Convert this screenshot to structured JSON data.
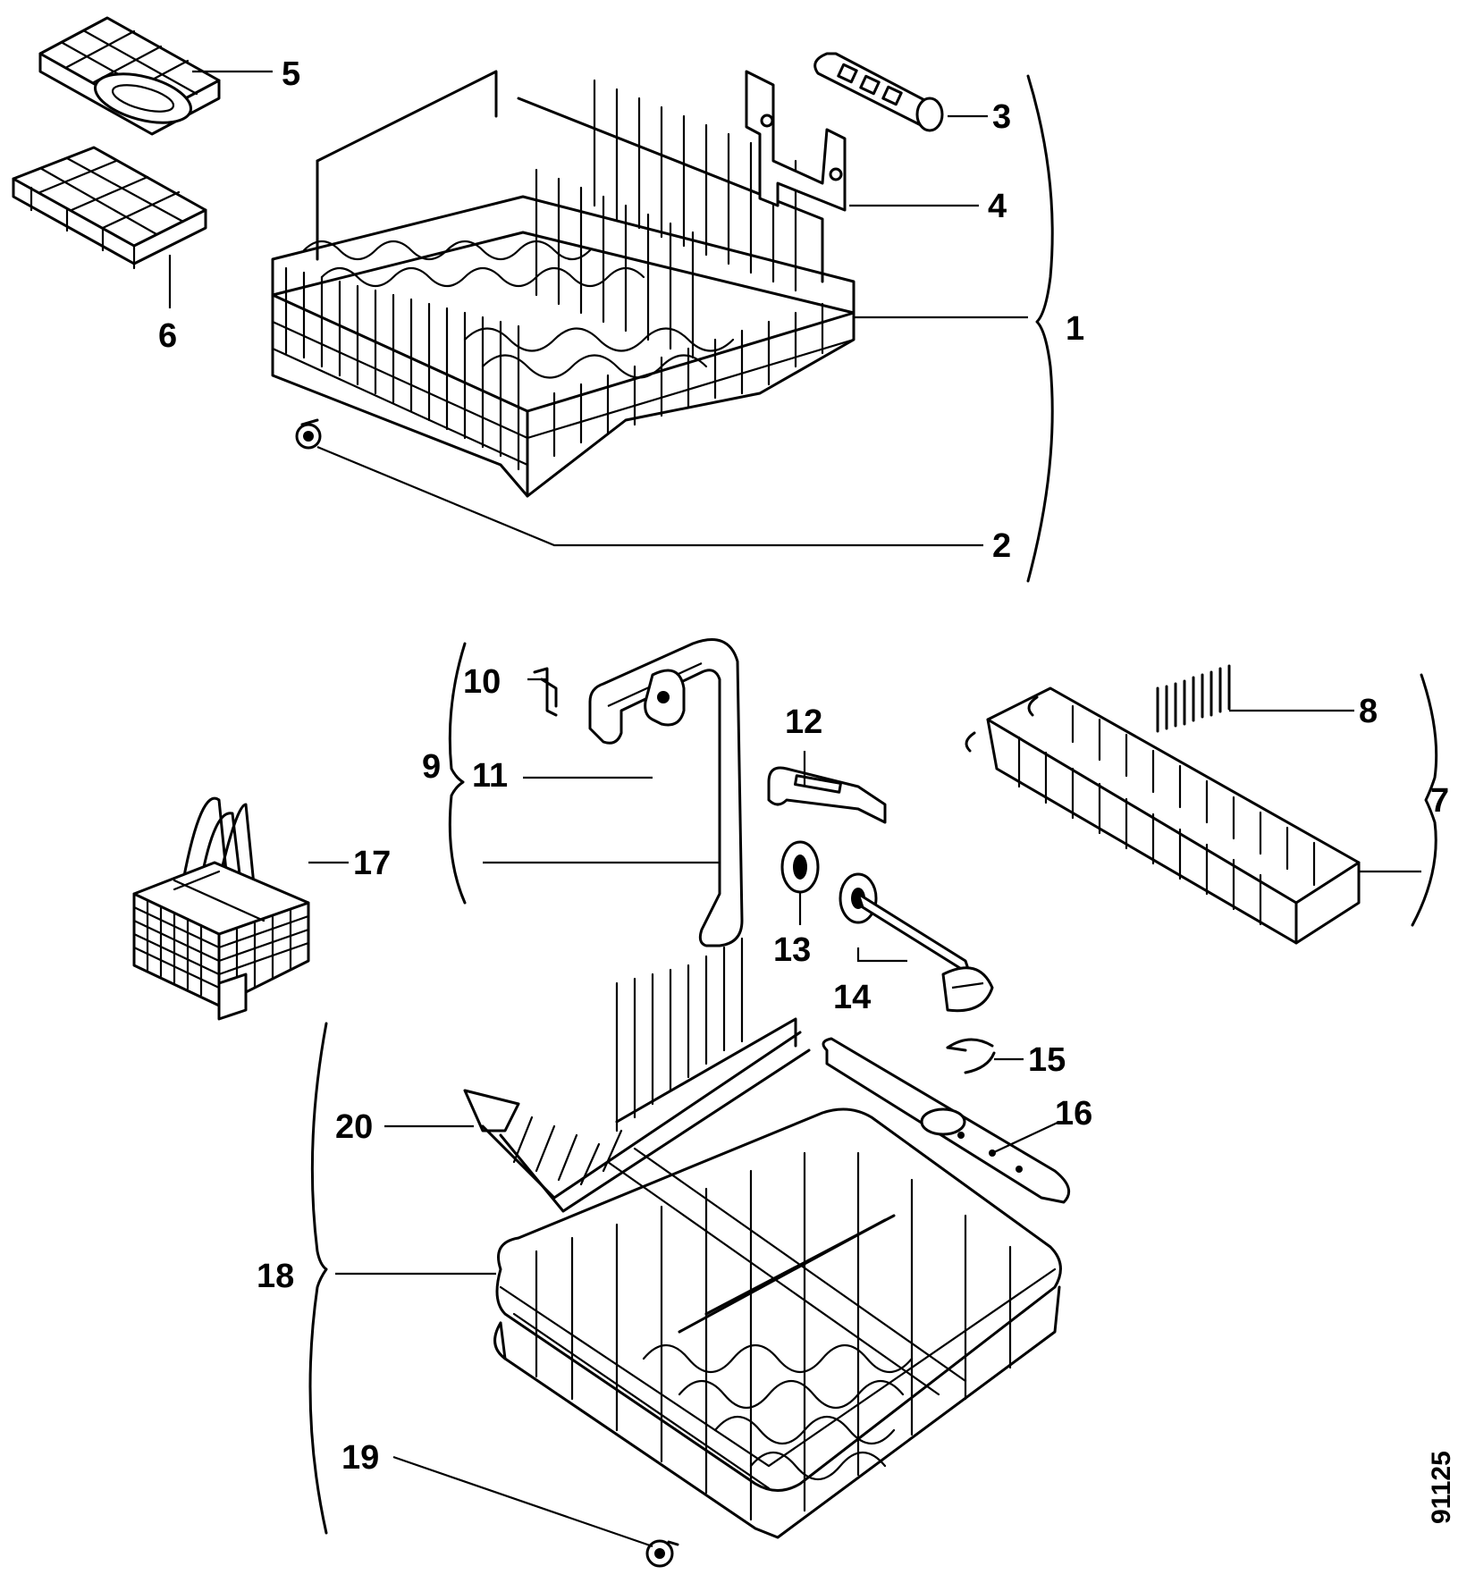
{
  "diagram": {
    "drawing_code": "91125",
    "callouts": [
      {
        "id": "1",
        "label": "1"
      },
      {
        "id": "2",
        "label": "2"
      },
      {
        "id": "3",
        "label": "3"
      },
      {
        "id": "4",
        "label": "4"
      },
      {
        "id": "5",
        "label": "5"
      },
      {
        "id": "6",
        "label": "6"
      },
      {
        "id": "7",
        "label": "7"
      },
      {
        "id": "8",
        "label": "8"
      },
      {
        "id": "9",
        "label": "9"
      },
      {
        "id": "10",
        "label": "10"
      },
      {
        "id": "11",
        "label": "11"
      },
      {
        "id": "12",
        "label": "12"
      },
      {
        "id": "13",
        "label": "13"
      },
      {
        "id": "14",
        "label": "14"
      },
      {
        "id": "15",
        "label": "15"
      },
      {
        "id": "16",
        "label": "16"
      },
      {
        "id": "17",
        "label": "17"
      },
      {
        "id": "18",
        "label": "18"
      },
      {
        "id": "19",
        "label": "19"
      },
      {
        "id": "20",
        "label": "20"
      }
    ]
  },
  "colors": {
    "ink": "#000000",
    "paper": "#ffffff"
  }
}
